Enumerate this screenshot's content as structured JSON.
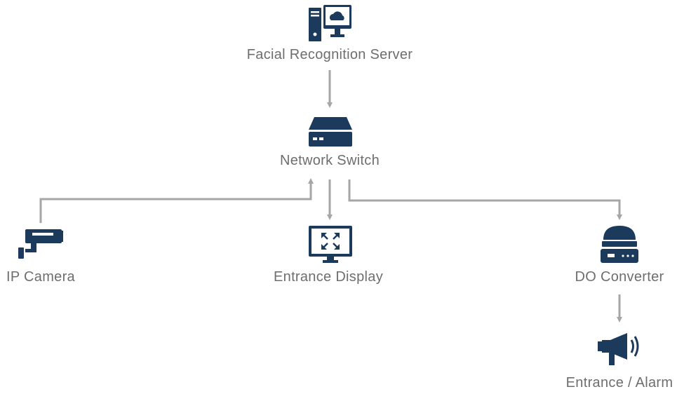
{
  "colors": {
    "icon": "#1b3a5c",
    "connector": "#a6a6a6",
    "label": "#6e6e6e"
  },
  "nodes": {
    "server": {
      "label": "Facial Recognition Server",
      "icon": "server-monitor-cloud-icon"
    },
    "switch": {
      "label": "Network Switch",
      "icon": "network-switch-icon"
    },
    "camera": {
      "label": "IP Camera",
      "icon": "security-camera-icon"
    },
    "display": {
      "label": "Entrance Display",
      "icon": "display-monitor-icon"
    },
    "converter": {
      "label": "DO Converter",
      "icon": "converter-device-icon"
    },
    "alarm": {
      "label": "Entrance / Alarm",
      "icon": "megaphone-alarm-icon"
    }
  }
}
